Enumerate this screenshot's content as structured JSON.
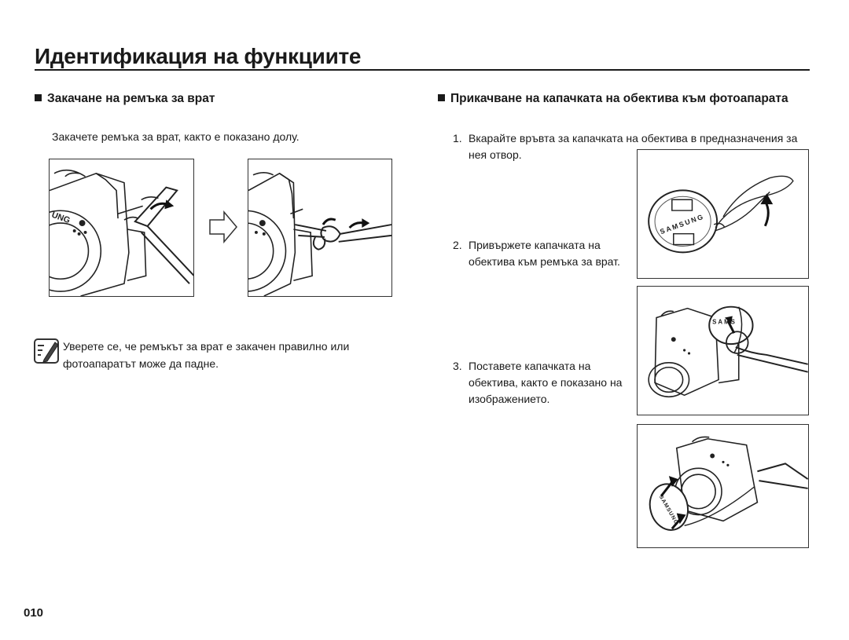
{
  "page": {
    "title": "Идентификация на функциите",
    "number": "010"
  },
  "left_section": {
    "heading": "Закачане на ремъка за врат",
    "intro": "Закачете ремъка за врат, както е показано долу.",
    "note_line1": "Уверете се, че ремъкът за врат е закачен правилно или",
    "note_line2": "фотоапаратът може да падне."
  },
  "right_section": {
    "heading": "Прикачване на капачката на обектива към фотоапарата",
    "steps": [
      {
        "num": "1.",
        "line1": "Вкарайте връвта за капачката на обектива в предназначения за",
        "line2": "нея отвор."
      },
      {
        "num": "2.",
        "line1": "Привържете капачката на",
        "line2": "обектива към ремъка за врат."
      },
      {
        "num": "3.",
        "line1": "Поставете капачката на",
        "line2": "обектива, както е показано на",
        "line3": "изображението."
      }
    ]
  },
  "figure_labels": {
    "brand_cap": "SAMSUNG",
    "brand_cap_partial": "SAMS",
    "brand_body_partial": "UNG"
  }
}
